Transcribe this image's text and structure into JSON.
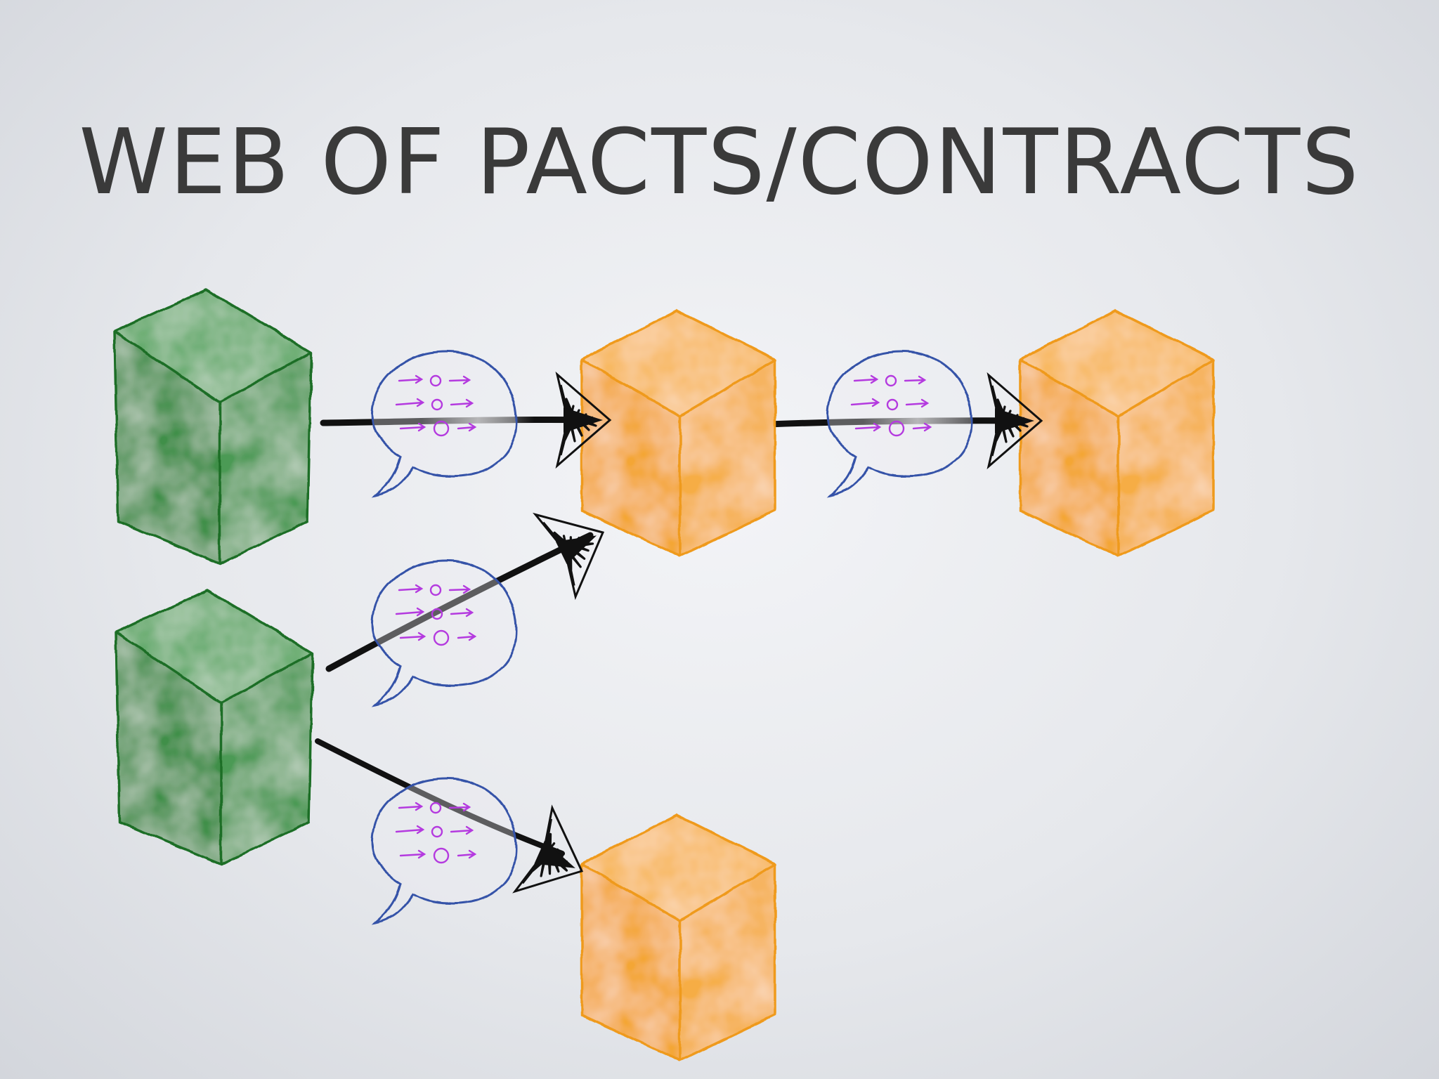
{
  "slide": {
    "title": "WEB OF PACTS/CONTRACTS"
  },
  "colors": {
    "background": "#e8eaee",
    "title": "#3a3a3a",
    "green_fill": "#4d9a57",
    "green_stroke": "#1f6e27",
    "orange_fill": "#f6ad45",
    "orange_stroke": "#ef9a1d",
    "bubble_stroke": "#3552a8",
    "symbol_color": "#b43adf",
    "arrow_color": "#111111"
  },
  "diagram": {
    "nodes": [
      {
        "id": "consumer-1",
        "kind": "green-cube"
      },
      {
        "id": "consumer-2",
        "kind": "green-cube"
      },
      {
        "id": "provider-1",
        "kind": "orange-cube"
      },
      {
        "id": "provider-2",
        "kind": "orange-cube"
      },
      {
        "id": "provider-3",
        "kind": "orange-cube"
      }
    ],
    "edges": [
      {
        "from": "consumer-1",
        "to": "provider-1",
        "label_icon": "contract-bubble-icon"
      },
      {
        "from": "provider-1",
        "to": "provider-2",
        "label_icon": "contract-bubble-icon"
      },
      {
        "from": "consumer-2",
        "to": "provider-1",
        "label_icon": "contract-bubble-icon"
      },
      {
        "from": "consumer-2",
        "to": "provider-3",
        "label_icon": "contract-bubble-icon"
      }
    ]
  }
}
